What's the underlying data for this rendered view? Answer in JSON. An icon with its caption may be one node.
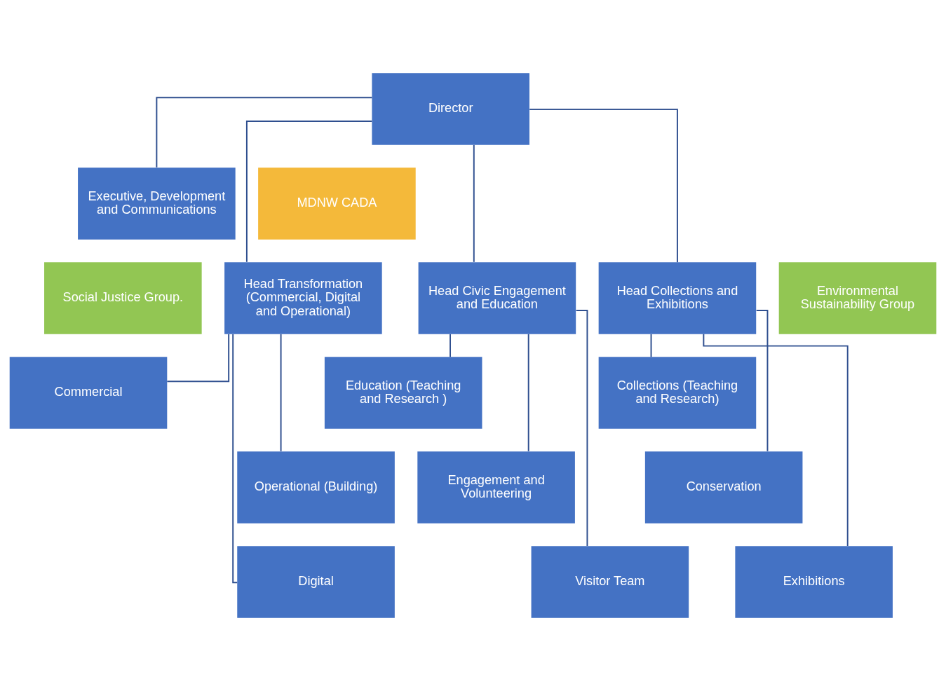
{
  "diagram": {
    "nodes": [
      {
        "text": [
          "Director"
        ]
      },
      {
        "text": [
          "Executive, Development and Communications"
        ]
      },
      {
        "text": [
          "MDNW CADA"
        ]
      },
      {
        "text": [
          "Social Justice Group."
        ]
      },
      {
        "text": [
          "Head Transformation (Commercial, Digital and Operational)"
        ]
      },
      {
        "text": [
          "Head Civic Engagement and Education"
        ]
      },
      {
        "text": [
          "Head Collections and Exhibitions"
        ]
      },
      {
        "text": [
          "Environmental Sustainability Group"
        ]
      },
      {
        "text": [
          "Commercial"
        ]
      },
      {
        "text": [
          "Education (Teaching and Research )"
        ]
      },
      {
        "text": [
          "Collections (Teaching and Research)"
        ]
      },
      {
        "text": [
          "Operational (Building)"
        ]
      },
      {
        "text": [
          "Engagement and Volunteering"
        ]
      },
      {
        "text": [
          "Conservation"
        ]
      },
      {
        "text": [
          "Digital"
        ]
      },
      {
        "text": [
          "Visitor Team"
        ]
      },
      {
        "text": [
          "Exhibitions"
        ]
      }
    ],
    "edges": [
      {
        "from": 0,
        "to": 1,
        "arrow": "none"
      },
      {
        "from": 0,
        "to": 4,
        "arrow": "none"
      },
      {
        "from": 0,
        "to": 5,
        "arrow": "none"
      },
      {
        "from": 0,
        "to": 6,
        "arrow": "none"
      },
      {
        "from": 4,
        "to": 8,
        "arrow": "none"
      },
      {
        "from": 4,
        "to": 11,
        "arrow": "none"
      },
      {
        "from": 4,
        "to": 14,
        "arrow": "none"
      },
      {
        "from": 5,
        "to": 9,
        "arrow": "none"
      },
      {
        "from": 5,
        "to": 12,
        "arrow": "none"
      },
      {
        "from": 5,
        "to": 15,
        "arrow": "none"
      },
      {
        "from": 6,
        "to": 10,
        "arrow": "none"
      },
      {
        "from": 6,
        "to": 13,
        "arrow": "none"
      },
      {
        "from": 6,
        "to": 16,
        "arrow": "none"
      }
    ]
  }
}
